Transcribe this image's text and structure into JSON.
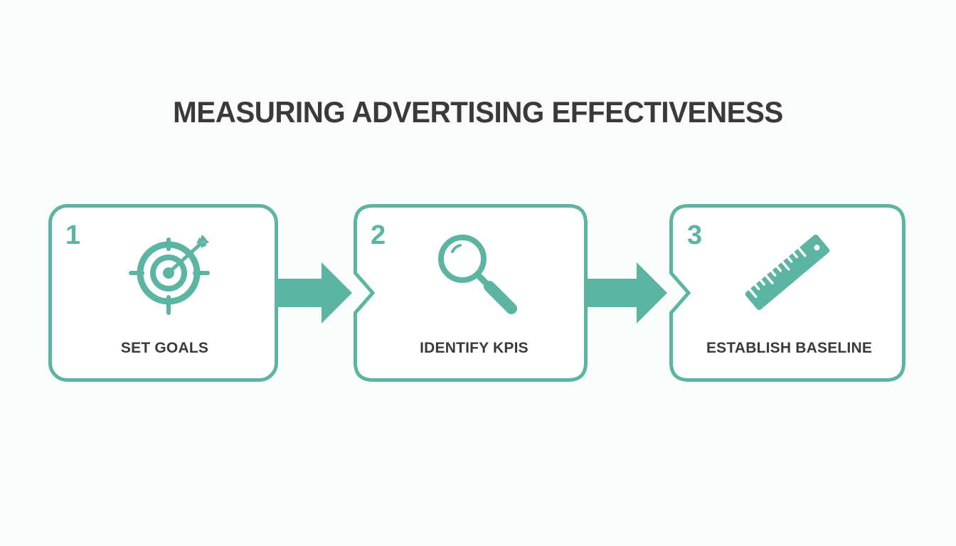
{
  "title": "MEASURING ADVERTISING EFFECTIVENESS",
  "colors": {
    "accent": "#5bb5a2",
    "text": "#3a3a3a",
    "background": "#fbfcfc"
  },
  "steps": [
    {
      "number": "1",
      "label": "SET GOALS",
      "icon": "target-icon"
    },
    {
      "number": "2",
      "label": "IDENTIFY KPIS",
      "icon": "magnifying-glass-icon"
    },
    {
      "number": "3",
      "label": "ESTABLISH BASELINE",
      "icon": "ruler-icon"
    }
  ],
  "connectors": [
    {
      "from": "1",
      "to": "2",
      "icon": "arrow-right-icon"
    },
    {
      "from": "2",
      "to": "3",
      "icon": "arrow-right-icon"
    }
  ]
}
